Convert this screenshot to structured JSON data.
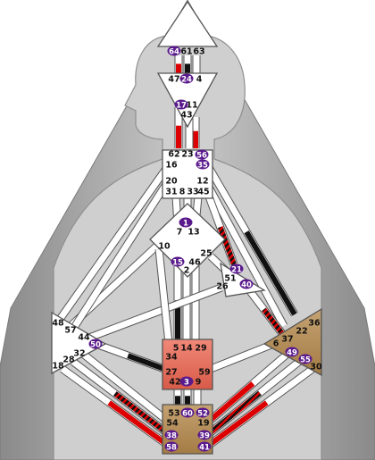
{
  "colors": {
    "frame_background": "#9c9c9c",
    "silhouette": "#c8c8c8",
    "center_undefined": "#ffffff",
    "center_solar_plexus": "#b38a55",
    "center_sacral": "#b38a55",
    "center_root": "#b38a55",
    "center_heart": "#e57060",
    "channel_body": "#ffffff",
    "activation_red": "#dd0000",
    "activation_black": "#111111",
    "gate_marker": "#5a1a8c"
  },
  "centers": [
    {
      "name": "head",
      "defined": false
    },
    {
      "name": "ajna",
      "defined": false
    },
    {
      "name": "throat",
      "defined": false
    },
    {
      "name": "g-center",
      "defined": false
    },
    {
      "name": "ego",
      "defined": false
    },
    {
      "name": "spleen",
      "defined": false
    },
    {
      "name": "solar-plexus",
      "defined": true
    },
    {
      "name": "sacral",
      "defined": true
    },
    {
      "name": "root",
      "defined": true
    }
  ],
  "gates": {
    "64": {
      "label": "64",
      "active": true
    },
    "61": {
      "label": "61",
      "active": false
    },
    "63": {
      "label": "63",
      "active": false
    },
    "47": {
      "label": "47",
      "active": false
    },
    "24": {
      "label": "24",
      "active": true
    },
    "4": {
      "label": "4",
      "active": false
    },
    "17": {
      "label": "17",
      "active": true
    },
    "11": {
      "label": "11",
      "active": false
    },
    "43": {
      "label": "43",
      "active": false
    },
    "62": {
      "label": "62",
      "active": false
    },
    "23": {
      "label": "23",
      "active": false
    },
    "56": {
      "label": "56",
      "active": true
    },
    "16": {
      "label": "16",
      "active": false
    },
    "35": {
      "label": "35",
      "active": true
    },
    "20": {
      "label": "20",
      "active": false
    },
    "12": {
      "label": "12",
      "active": false
    },
    "31": {
      "label": "31",
      "active": false
    },
    "8": {
      "label": "8",
      "active": false
    },
    "33": {
      "label": "33",
      "active": false
    },
    "45": {
      "label": "45",
      "active": false
    },
    "1": {
      "label": "1",
      "active": true
    },
    "7": {
      "label": "7",
      "active": false
    },
    "13": {
      "label": "13",
      "active": false
    },
    "10": {
      "label": "10",
      "active": false
    },
    "25": {
      "label": "25",
      "active": false
    },
    "15": {
      "label": "15",
      "active": true
    },
    "46": {
      "label": "46",
      "active": false
    },
    "2": {
      "label": "2",
      "active": false
    },
    "21": {
      "label": "21",
      "active": true
    },
    "51": {
      "label": "51",
      "active": false
    },
    "26": {
      "label": "26",
      "active": false
    },
    "40": {
      "label": "40",
      "active": true
    },
    "48": {
      "label": "48",
      "active": false
    },
    "57": {
      "label": "57",
      "active": false
    },
    "44": {
      "label": "44",
      "active": false
    },
    "50": {
      "label": "50",
      "active": true
    },
    "32": {
      "label": "32",
      "active": false
    },
    "28": {
      "label": "28",
      "active": false
    },
    "18": {
      "label": "18",
      "active": false
    },
    "36": {
      "label": "36",
      "active": false
    },
    "22": {
      "label": "22",
      "active": false
    },
    "37": {
      "label": "37",
      "active": false
    },
    "6": {
      "label": "6",
      "active": false
    },
    "49": {
      "label": "49",
      "active": true
    },
    "55": {
      "label": "55",
      "active": true
    },
    "30": {
      "label": "30",
      "active": false
    },
    "5": {
      "label": "5",
      "active": false
    },
    "14": {
      "label": "14",
      "active": false
    },
    "29": {
      "label": "29",
      "active": false
    },
    "34": {
      "label": "34",
      "active": false
    },
    "27": {
      "label": "27",
      "active": false
    },
    "59": {
      "label": "59",
      "active": false
    },
    "42": {
      "label": "42",
      "active": false
    },
    "3": {
      "label": "3",
      "active": true
    },
    "9": {
      "label": "9",
      "active": false
    },
    "53": {
      "label": "53",
      "active": false
    },
    "60": {
      "label": "60",
      "active": true
    },
    "52": {
      "label": "52",
      "active": true
    },
    "54": {
      "label": "54",
      "active": false
    },
    "19": {
      "label": "19",
      "active": false
    },
    "38": {
      "label": "38",
      "active": true
    },
    "39": {
      "label": "39",
      "active": true
    },
    "58": {
      "label": "58",
      "active": true
    },
    "41": {
      "label": "41",
      "active": true
    }
  },
  "channels": [
    {
      "name": "64-47",
      "activation": "red"
    },
    {
      "name": "61-24",
      "activation": "black"
    },
    {
      "name": "63-4",
      "activation": "none"
    },
    {
      "name": "17-62",
      "activation": "red"
    },
    {
      "name": "43-23",
      "activation": "red"
    },
    {
      "name": "11-56",
      "activation": "none"
    },
    {
      "name": "35-36",
      "activation": "black"
    },
    {
      "name": "12-22",
      "activation": "none"
    },
    {
      "name": "1-8",
      "activation": "red"
    },
    {
      "name": "7-31",
      "activation": "none"
    },
    {
      "name": "13-33",
      "activation": "none"
    },
    {
      "name": "15-5",
      "activation": "black"
    },
    {
      "name": "2-14",
      "activation": "none"
    },
    {
      "name": "46-29",
      "activation": "none"
    },
    {
      "name": "45-21",
      "activation": "striped"
    },
    {
      "name": "26-44",
      "activation": "none"
    },
    {
      "name": "25-51",
      "activation": "none"
    },
    {
      "name": "40-37",
      "activation": "striped"
    },
    {
      "name": "10-57",
      "activation": "none"
    },
    {
      "name": "10-34",
      "activation": "none"
    },
    {
      "name": "16-48",
      "activation": "none"
    },
    {
      "name": "20-57",
      "activation": "none"
    },
    {
      "name": "50-27",
      "activation": "black"
    },
    {
      "name": "32-54",
      "activation": "none"
    },
    {
      "name": "28-38",
      "activation": "striped"
    },
    {
      "name": "18-58",
      "activation": "red"
    },
    {
      "name": "6-59",
      "activation": "none"
    },
    {
      "name": "49-19",
      "activation": "red"
    },
    {
      "name": "55-39",
      "activation": "striped"
    },
    {
      "name": "30-41",
      "activation": "red"
    },
    {
      "name": "42-53",
      "activation": "black"
    },
    {
      "name": "3-60",
      "activation": "black"
    },
    {
      "name": "9-52",
      "activation": "none"
    }
  ]
}
